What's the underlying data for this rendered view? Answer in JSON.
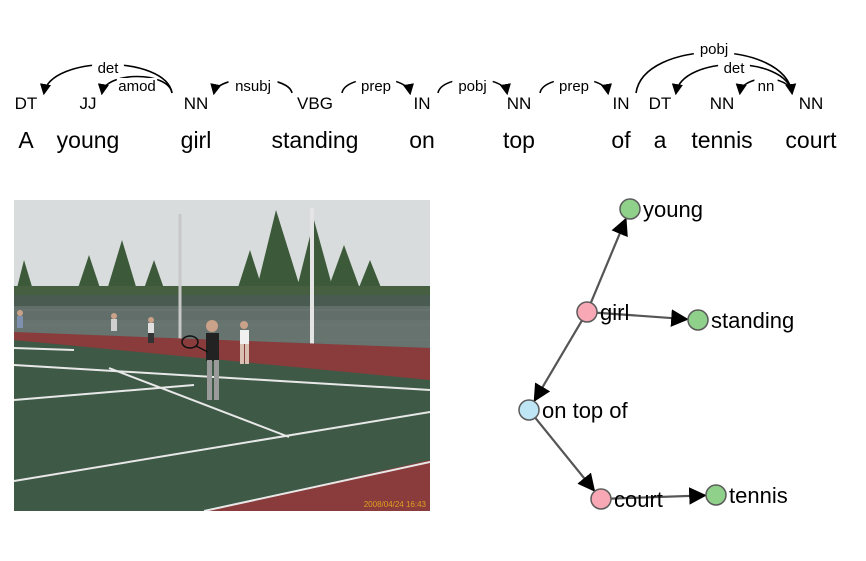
{
  "sentence": {
    "tokens": [
      {
        "word": "A",
        "pos": "DT"
      },
      {
        "word": "young",
        "pos": "JJ"
      },
      {
        "word": "girl",
        "pos": "NN"
      },
      {
        "word": "standing",
        "pos": "VBG"
      },
      {
        "word": "on",
        "pos": "IN"
      },
      {
        "word": "top",
        "pos": "NN"
      },
      {
        "word": "of",
        "pos": "IN"
      },
      {
        "word": "a",
        "pos": "DT"
      },
      {
        "word": "tennis",
        "pos": "NN"
      },
      {
        "word": "court",
        "pos": "NN"
      }
    ],
    "arcs": [
      {
        "from": 2,
        "to": 0,
        "label": "det"
      },
      {
        "from": 2,
        "to": 1,
        "label": "amod"
      },
      {
        "from": 3,
        "to": 2,
        "label": "nsubj"
      },
      {
        "from": 3,
        "to": 4,
        "label": "prep"
      },
      {
        "from": 4,
        "to": 5,
        "label": "pobj"
      },
      {
        "from": 5,
        "to": 6,
        "label": "prep"
      },
      {
        "from": 6,
        "to": 9,
        "label": "pobj"
      },
      {
        "from": 9,
        "to": 7,
        "label": "det"
      },
      {
        "from": 9,
        "to": 8,
        "label": "nn"
      }
    ]
  },
  "photo": {
    "timestamp": "2008/04/24 16:43",
    "description_icon": "tennis-court-photo"
  },
  "scene_graph": {
    "nodes": [
      {
        "id": "young",
        "label": "young",
        "kind": "attribute"
      },
      {
        "id": "girl",
        "label": "girl",
        "kind": "object"
      },
      {
        "id": "standing",
        "label": "standing",
        "kind": "attribute"
      },
      {
        "id": "ontopof",
        "label": "on top of",
        "kind": "relation"
      },
      {
        "id": "court",
        "label": "court",
        "kind": "object"
      },
      {
        "id": "tennis",
        "label": "tennis",
        "kind": "attribute"
      }
    ],
    "edges": [
      {
        "from": "girl",
        "to": "young"
      },
      {
        "from": "girl",
        "to": "standing"
      },
      {
        "from": "girl",
        "to": "ontopof"
      },
      {
        "from": "ontopof",
        "to": "court"
      },
      {
        "from": "court",
        "to": "tennis"
      }
    ],
    "colors": {
      "object": "#f7a8b4",
      "attribute": "#8fd18a",
      "relation": "#bfe6f5",
      "stroke": "#5a5a5a",
      "edge": "#555555"
    }
  }
}
